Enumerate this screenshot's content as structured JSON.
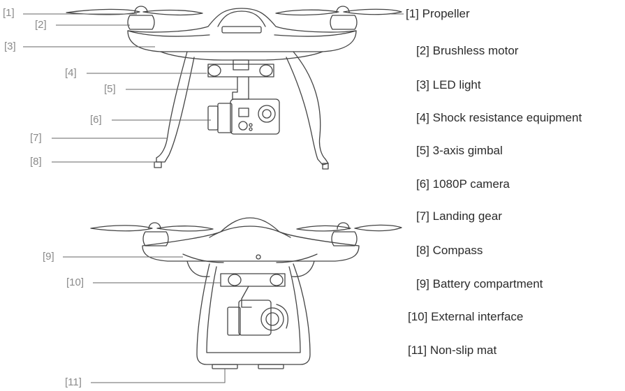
{
  "callouts": [
    "[1]",
    "[2]",
    "[3]",
    "[4]",
    "[5]",
    "[6]",
    "[7]",
    "[8]",
    "[9]",
    "[10]",
    "[11]"
  ],
  "legend": [
    "[1] Propeller",
    "[2] Brushless motor",
    "[3] LED light",
    "[4] Shock resistance equipment",
    "[5] 3-axis gimbal",
    "[6] 1080P camera",
    "[7] Landing gear",
    "[8] Compass",
    "[9] Battery compartment",
    "[10] External interface",
    "[11] Non-slip mat"
  ]
}
